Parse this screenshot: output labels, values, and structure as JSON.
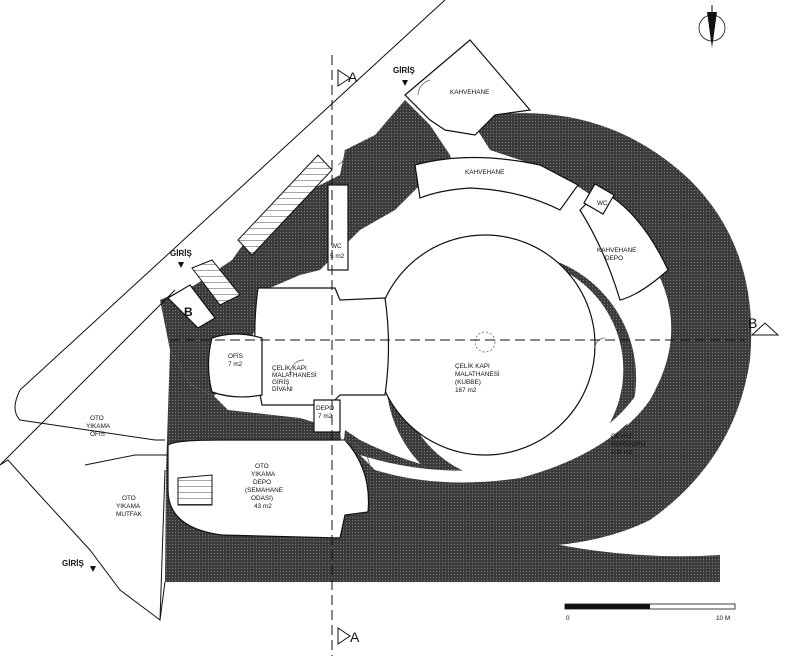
{
  "labels": {
    "kahvehane_top": "KAHVEHANE",
    "kahvehane_mid": "KAHVEHANE",
    "kahvehane_depo": [
      "KAHVEHANE",
      "DEPO"
    ],
    "wc_right": "WC",
    "wc_left": [
      "WC",
      "5 m2"
    ],
    "giris_top": "GİRİŞ",
    "giris_left": "GİRİŞ",
    "giris_bottom": "GİRİŞ",
    "ofis": [
      "OFİS",
      "7 m2"
    ],
    "celik_small": [
      "ÇELİK KAPI",
      "MALATHANESİ",
      "GİRİŞ",
      "DİVANI"
    ],
    "depo_small": [
      "DEPO",
      "7 m2"
    ],
    "celik_main": [
      "ÇELİK KAPI",
      "MALATHANESİ",
      "(KUBBE)",
      "167 m2"
    ],
    "cevre": [
      "ÇEVRE",
      "KORİDORU",
      "105 m2"
    ],
    "oto_ofis": [
      "OTO",
      "YIKAMA",
      "OFİS"
    ],
    "oto_depo": [
      "OTO",
      "YIKAMA",
      "DEPO",
      "(SEMAHANE",
      "ODASI)",
      "43 m2"
    ],
    "oto_mutfak": [
      "OTO",
      "YIKAMA",
      "MUTFAK"
    ],
    "letter_b": "B"
  },
  "sections": {
    "a_top": "A",
    "a_bottom": "A",
    "b_right": "B"
  },
  "scale_bar": {
    "start": "0",
    "end": "10 M"
  },
  "colors": {
    "ink": "#1a1a1a",
    "hatch": "#4a4a4a",
    "paper": "#ffffff"
  },
  "icons": {
    "north": "north-arrow-icon",
    "stairs": "stairs-icon"
  }
}
